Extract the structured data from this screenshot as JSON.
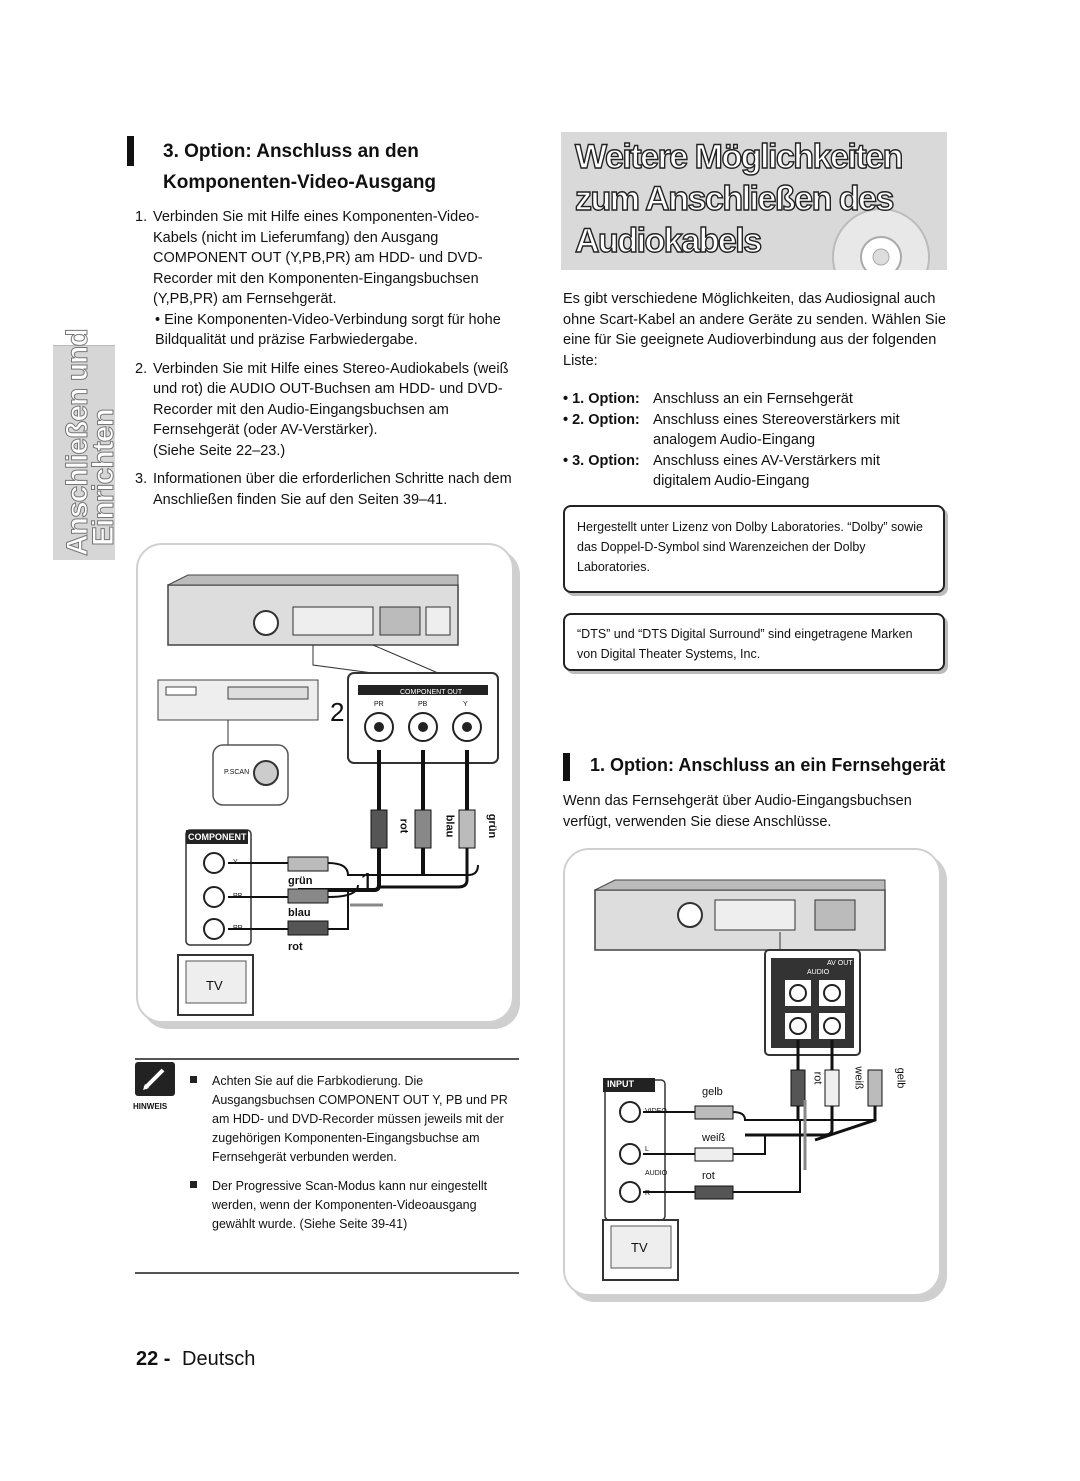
{
  "side_tab": {
    "line1": "Anschließen und",
    "line2": "Einrichten"
  },
  "left": {
    "heading_line1": "3. Option: Anschluss an den",
    "heading_line2": "Komponenten-Video-Ausgang",
    "steps": [
      {
        "num": "1.",
        "text": "Verbinden Sie mit Hilfe eines Komponenten-Video-Kabels (nicht im Lieferumfang) den Ausgang COMPONENT OUT (Y,PB,PR) am HDD- und DVD- Recorder mit den Komponenten-Eingangsbuchsen (Y,PB,PR) am Fernsehgerät.",
        "sub": "• Eine Komponenten-Video-Verbindung sorgt für hohe Bildqualität und präzise Farbwiedergabe."
      },
      {
        "num": "2.",
        "text": "Verbinden Sie mit Hilfe eines Stereo-Audiokabels (weiß und rot) die AUDIO OUT-Buchsen am HDD- und DVD-Recorder mit den Audio-Eingangsbuchsen am Fernsehgerät (oder AV-Verstärker).",
        "sub": "(Siehe Seite 22–23.)"
      },
      {
        "num": "3.",
        "text": "Informationen über die erforderlichen Schritte nach dem Anschließen finden Sie auf den Seiten 39–41.",
        "sub": ""
      }
    ],
    "diagram": {
      "component_out": "COMPONENT OUT",
      "pr": "PR",
      "pb": "PB",
      "y": "Y",
      "step2": "2",
      "step1": "1",
      "pscan": "P.SCAN",
      "component": "COMPONENT",
      "jack_y": "Y",
      "jack_pb": "PB",
      "jack_pr": "PR",
      "cable_rot": "rot",
      "cable_blau": "blau",
      "cable_gruen": "grün",
      "tv": "TV"
    },
    "note": {
      "label": "HINWEIS",
      "items": [
        "Achten Sie auf die Farbkodierung. Die Ausgangsbuchsen COMPONENT OUT Y, PB und PR am HDD- und DVD-Recorder müssen jeweils mit der zugehörigen Komponenten-Eingangsbuchse am Fernsehgerät verbunden werden.",
        "Der Progressive Scan-Modus kann nur eingestellt werden, wenn der Komponenten-Videoausgang gewählt wurde. (Siehe Seite 39-41)"
      ]
    }
  },
  "right": {
    "title_line1": "Weitere Möglichkeiten",
    "title_line2": "zum Anschließen des",
    "title_line3": "Audiokabels",
    "intro": "Es gibt verschiedene Möglichkeiten, das Audiosignal auch ohne Scart-Kabel an andere Geräte zu senden. Wählen Sie eine für Sie geeignete Audioverbindung aus der folgenden Liste:",
    "options": [
      {
        "bullet": "• 1. Option:",
        "text": "Anschluss an ein Fernsehgerät",
        "text2": ""
      },
      {
        "bullet": "• 2. Option:",
        "text": "Anschluss eines Stereoverstärkers mit",
        "text2": "analogem Audio-Eingang"
      },
      {
        "bullet": "• 3. Option:",
        "text": "Anschluss eines AV-Verstärkers mit",
        "text2": "digitalem Audio-Eingang"
      }
    ],
    "dolby": "Hergestellt unter Lizenz von Dolby Laboratories. “Dolby” sowie das Doppel-D-Symbol sind Warenzeichen der Dolby Laboratories.",
    "dts": "“DTS” und “DTS Digital Surround” sind eingetragene Marken von Digital Theater Systems, Inc.",
    "sub_heading": "1. Option: Anschluss an ein Fernsehgerät",
    "sub_text": "Wenn das Fernsehgerät über Audio-Eingangsbuchsen verfügt, verwenden Sie diese Anschlüsse.",
    "diagram": {
      "av_out": "AV OUT",
      "audio": "AUDIO",
      "input": "INPUT",
      "video": "VIDEO",
      "l": "L",
      "r": "R",
      "audio_lbl": "AUDIO",
      "gelb": "gelb",
      "weiss": "weiß",
      "rot": "rot",
      "tv": "TV"
    }
  },
  "footer": {
    "page_num": "22 -",
    "lang": "Deutsch"
  }
}
